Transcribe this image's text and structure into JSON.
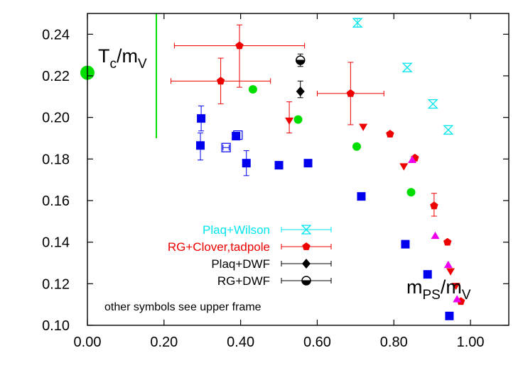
{
  "chart_data": {
    "type": "scatter",
    "title": "",
    "xlabel": "",
    "ylabel": "",
    "xlim": [
      0.0,
      1.1
    ],
    "ylim": [
      0.1,
      0.25
    ],
    "x_ticks": [
      0.0,
      0.2,
      0.4,
      0.6,
      0.8,
      1.0
    ],
    "x_tick_labels": [
      "0.00",
      "0.20",
      "0.40",
      "0.60",
      "0.80",
      "1.00"
    ],
    "y_ticks": [
      0.1,
      0.12,
      0.14,
      0.16,
      0.18,
      0.2,
      0.22,
      0.24
    ],
    "y_tick_labels": [
      "0.10",
      "0.12",
      "0.14",
      "0.16",
      "0.18",
      "0.20",
      "0.22",
      "0.24"
    ],
    "grid": false,
    "legend_position": "bottom-left",
    "annotations": {
      "tc_over_mv": {
        "main": "T",
        "sub1": "c",
        "mid": "/m",
        "sub2": "V"
      },
      "mps_over_mv": {
        "main": "m",
        "sub1": "PS",
        "mid": "/m",
        "sub2": "V"
      },
      "footnote": "other symbols see upper frame"
    },
    "colors": {
      "cyan": "#00e5ee",
      "red": "#ee0000",
      "black": "#000000",
      "green": "#00dd00",
      "blue": "#0000ee",
      "magenta": "#ee00ee"
    },
    "vline": {
      "x": 0.18,
      "y": [
        0.19,
        0.25
      ],
      "color": "#00dd00"
    },
    "series": [
      {
        "name": "Plaq+Wilson",
        "marker": "hourglass",
        "color": "#00e5ee",
        "in_legend": true,
        "points": [
          {
            "x": 0.705,
            "y": 0.2455,
            "ey": 0.002
          },
          {
            "x": 0.835,
            "y": 0.224
          },
          {
            "x": 0.902,
            "y": 0.2065
          },
          {
            "x": 0.942,
            "y": 0.194
          }
        ]
      },
      {
        "name": "RG+Clover,tadpole",
        "marker": "pentagon",
        "color": "#ee0000",
        "in_legend": true,
        "points": [
          {
            "x": 0.397,
            "y": 0.2345,
            "xerr": [
              0.17,
              0.17
            ],
            "yerr": [
              0.02,
              0.01
            ]
          },
          {
            "x": 0.348,
            "y": 0.2175,
            "xerr": [
              0.13,
              0.13
            ],
            "yerr": [
              0.011,
              0.011
            ]
          },
          {
            "x": 0.687,
            "y": 0.2115,
            "xerr": [
              0.087,
              0.087
            ],
            "yerr": [
              0.015,
              0.015
            ]
          },
          {
            "x": 0.79,
            "y": 0.192
          },
          {
            "x": 0.855,
            "y": 0.1805
          },
          {
            "x": 0.905,
            "y": 0.1575,
            "yerr": [
              0.005,
              0.006
            ]
          },
          {
            "x": 0.94,
            "y": 0.14
          },
          {
            "x": 0.975,
            "y": 0.1115
          }
        ]
      },
      {
        "name": "Plaq+DWF",
        "marker": "diamond",
        "color": "#000000",
        "in_legend": true,
        "points": [
          {
            "x": 0.556,
            "y": 0.2125,
            "yerr": [
              0.003,
              0.005
            ]
          }
        ]
      },
      {
        "name": "RG+DWF",
        "marker": "half-circle",
        "color": "#000000",
        "in_legend": true,
        "points": [
          {
            "x": 0.556,
            "y": 0.2275,
            "yerr": [
              0.003,
              0.003
            ]
          }
        ]
      },
      {
        "marker": "circle",
        "color": "#00dd00",
        "in_legend": false,
        "points": [
          {
            "x": 0.0,
            "y": 0.2215,
            "big": true
          },
          {
            "x": 0.432,
            "y": 0.2135
          },
          {
            "x": 0.55,
            "y": 0.199
          },
          {
            "x": 0.703,
            "y": 0.186
          },
          {
            "x": 0.845,
            "y": 0.164
          }
        ]
      },
      {
        "marker": "square",
        "color": "#0000ee",
        "in_legend": false,
        "points": [
          {
            "x": 0.297,
            "y": 0.1995,
            "yerr": [
              0.006,
              0.006
            ]
          },
          {
            "x": 0.295,
            "y": 0.1865,
            "yerr": [
              0.007,
              0.006
            ]
          },
          {
            "x": 0.388,
            "y": 0.191
          },
          {
            "x": 0.415,
            "y": 0.178,
            "yerr": [
              0.006,
              0.006
            ]
          },
          {
            "x": 0.5,
            "y": 0.177
          },
          {
            "x": 0.576,
            "y": 0.178
          },
          {
            "x": 0.715,
            "y": 0.162
          },
          {
            "x": 0.83,
            "y": 0.139
          },
          {
            "x": 0.888,
            "y": 0.1245
          },
          {
            "x": 0.945,
            "y": 0.1045
          }
        ]
      },
      {
        "marker": "open-square",
        "color": "#0000ee",
        "in_legend": false,
        "points": [
          {
            "x": 0.362,
            "y": 0.1855,
            "xerr": [
              0.008,
              0.008
            ]
          },
          {
            "x": 0.393,
            "y": 0.1915
          }
        ]
      },
      {
        "marker": "triangle-down",
        "color": "#ee0000",
        "in_legend": false,
        "points": [
          {
            "x": 0.527,
            "y": 0.1985,
            "yerr": [
              0.006,
              0.009
            ]
          },
          {
            "x": 0.72,
            "y": 0.1955
          },
          {
            "x": 0.826,
            "y": 0.1765
          },
          {
            "x": 0.948,
            "y": 0.126
          },
          {
            "x": 0.962,
            "y": 0.119
          }
        ]
      },
      {
        "marker": "triangle-up",
        "color": "#ee00ee",
        "in_legend": false,
        "points": [
          {
            "x": 0.848,
            "y": 0.1795
          },
          {
            "x": 0.908,
            "y": 0.143
          },
          {
            "x": 0.942,
            "y": 0.129
          },
          {
            "x": 0.965,
            "y": 0.1125
          }
        ]
      }
    ]
  }
}
